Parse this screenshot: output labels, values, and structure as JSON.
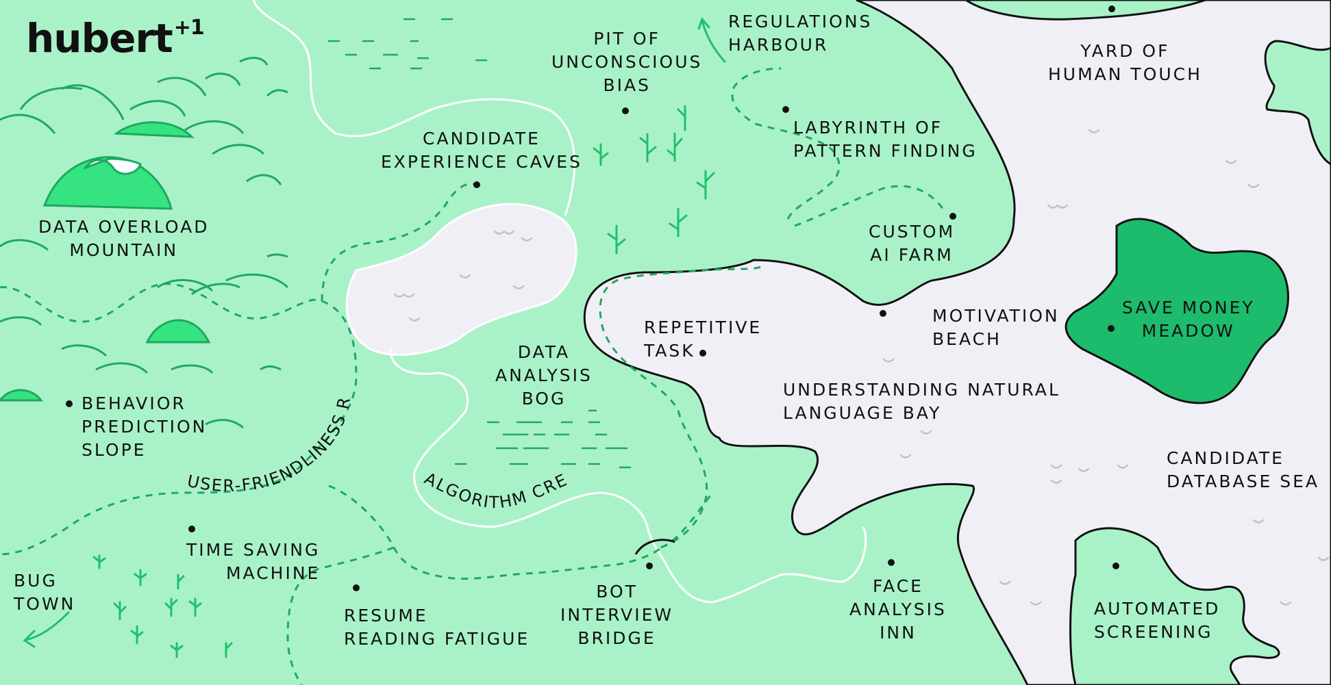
{
  "brand": {
    "name": "hubert",
    "superscript": "+1"
  },
  "colors": {
    "land": "#a9f2c8",
    "sea": "#f1eff6",
    "accent": "#1fc06a",
    "ink": "#111111"
  },
  "locations": {
    "regulations_harbour": "REGULATIONS\nHARBOUR",
    "yard_of_human_touch": "YARD OF\nHUMAN TOUCH",
    "pit_of_unconscious_bias": "PIT OF\nUNCONSCIOUS\nBIAS",
    "candidate_experience_caves": "CANDIDATE\nEXPERIENCE CAVES",
    "labyrinth_of_pattern_finding": "LABYRINTH OF\nPATTERN FINDING",
    "data_overload_mountain": "DATA OVERLOAD\nMOUNTAIN",
    "custom_ai_farm": "CUSTOM\nAI FARM",
    "save_money_meadow": "SAVE MONEY\nMEADOW",
    "motivation_beach": "MOTIVATION\nBEACH",
    "repetitive_task": "REPETITIVE\nTASK",
    "data_analysis_bog": "DATA\nANALYSIS\nBOG",
    "understanding_natural_language_bay": "UNDERSTANDING NATURAL\nLANGUAGE BAY",
    "behavior_prediction_slope": "BEHAVIOR\nPREDICTION\nSLOPE",
    "candidate_database_sea": "CANDIDATE\nDATABASE SEA",
    "time_saving_machine": "TIME SAVING\nMACHINE",
    "bug_town": "BUG\nTOWN",
    "resume_reading_fatigue": "RESUME\nREADING FATIGUE",
    "bot_interview_bridge": "BOT\nINTERVIEW\nBRIDGE",
    "face_analysis_inn": "FACE\nANALYSIS\nINN",
    "automated_screening": "AUTOMATED\nSCREENING"
  },
  "paths": {
    "user_friendliness_road": "USER-FRIENDLINESS ROAD",
    "algorithm_creek": "ALGORITHM CREEK"
  }
}
